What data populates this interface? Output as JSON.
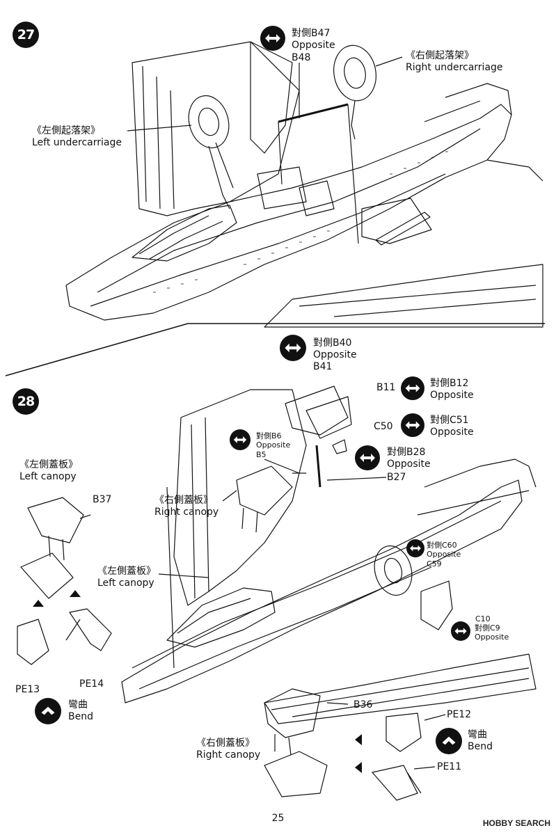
{
  "page_number": "25",
  "watermark": "HOBBY SEARCH",
  "step27": {
    "number": "27",
    "opposite_b47": {
      "zh": "對側B47",
      "en": "Opposite"
    },
    "part_b48": "B48",
    "right_undercarriage": {
      "zh": "《右側起落架》",
      "en": "Right undercarriage"
    },
    "left_undercarriage": {
      "zh": "《左側起落架》",
      "en": "Left undercarriage"
    }
  },
  "step28": {
    "number": "28",
    "opposite_b40": {
      "zh": "對側B40",
      "en": "Opposite"
    },
    "part_b41": "B41",
    "part_b11": "B11",
    "opposite_b12": {
      "zh": "對側B12",
      "en": "Opposite"
    },
    "part_c50": "C50",
    "opposite_c51": {
      "zh": "對側C51",
      "en": "Opposite"
    },
    "opposite_b6": {
      "zh": "對側B6",
      "en": "Opposite"
    },
    "part_b5": "B5",
    "opposite_b28": {
      "zh": "對側B28",
      "en": "Opposite"
    },
    "part_b27": "B27",
    "left_canopy_top": {
      "zh": "《左側蓋板》",
      "en": "Left canopy"
    },
    "part_b37": "B37",
    "right_canopy_top": {
      "zh": "《右側蓋板》",
      "en": "Right canopy"
    },
    "left_canopy_mid": {
      "zh": "《左側蓋板》",
      "en": "Left canopy"
    },
    "opposite_c60": {
      "zh": "對側C60",
      "en": "Opposite"
    },
    "part_c59": "C59",
    "part_c10": "C10",
    "opposite_c9": {
      "zh": "對側C9",
      "en": "Opposite"
    },
    "part_pe13": "PE13",
    "part_pe14": "PE14",
    "bend_left": {
      "zh": "彎曲",
      "en": "Bend"
    },
    "part_b36": "B36",
    "right_canopy_bottom": {
      "zh": "《右側蓋板》",
      "en": "Right canopy"
    },
    "part_pe12": "PE12",
    "bend_right": {
      "zh": "彎曲",
      "en": "Bend"
    },
    "part_pe11": "PE11"
  }
}
